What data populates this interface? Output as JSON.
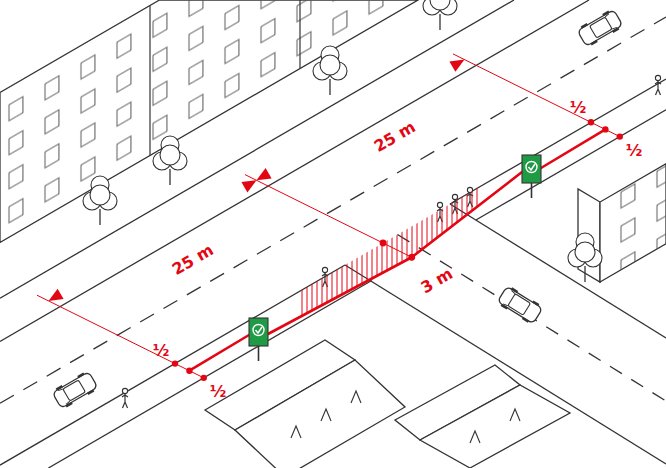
{
  "diagram": {
    "labels": [
      "½",
      "25 m",
      "½",
      "25 m",
      "3 m",
      "½",
      "½"
    ]
  }
}
